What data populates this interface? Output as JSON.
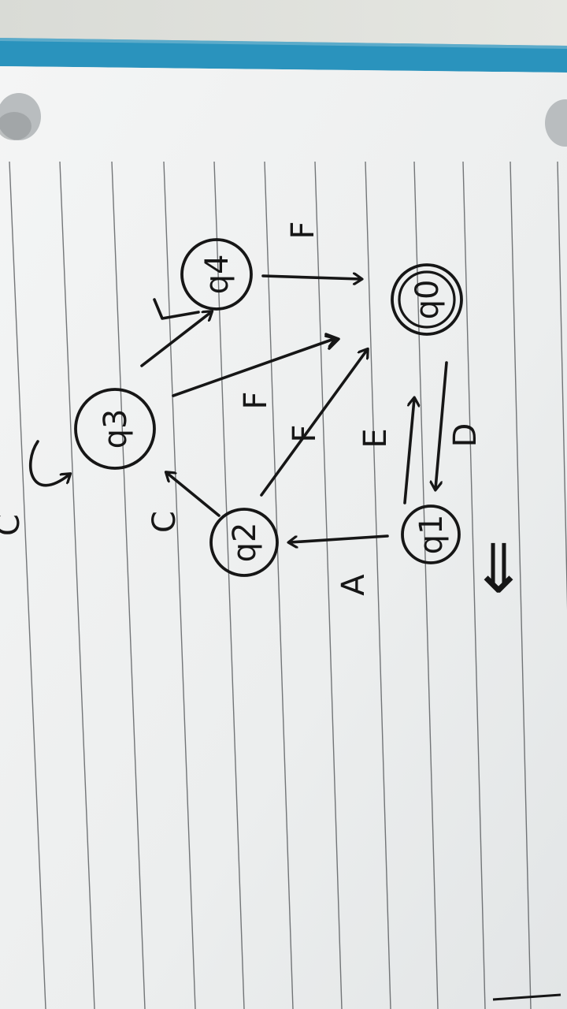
{
  "diagram": {
    "states": [
      {
        "id": "q0",
        "label": "q0",
        "accepting": true
      },
      {
        "id": "q1",
        "label": "q1",
        "accepting": false
      },
      {
        "id": "q2",
        "label": "q2",
        "accepting": false
      },
      {
        "id": "q3",
        "label": "q3",
        "accepting": false
      },
      {
        "id": "q4",
        "label": "q4",
        "accepting": false
      }
    ],
    "edges": [
      {
        "from": "q4",
        "to": "q0",
        "label": "F"
      },
      {
        "from": "q3",
        "to": "q4",
        "label": ""
      },
      {
        "from": "q3",
        "to": "q0",
        "label": "F"
      },
      {
        "from": "q2",
        "to": "q0",
        "label": "F"
      },
      {
        "from": "q0",
        "to": "q1",
        "label": "D"
      },
      {
        "from": "q1",
        "to": "q0",
        "label": "E"
      },
      {
        "from": "q1",
        "to": "q2",
        "label": "A"
      },
      {
        "from": "q2",
        "to": "q3",
        "label": "C"
      },
      {
        "from": "q3",
        "to": "q3",
        "label": "C"
      }
    ],
    "start_marker": "⇐"
  },
  "colors": {
    "ink": "#161616",
    "paper": "#f1f2f2",
    "binder_blue": "#2a93bd",
    "rule_line": "#4a4d50"
  }
}
